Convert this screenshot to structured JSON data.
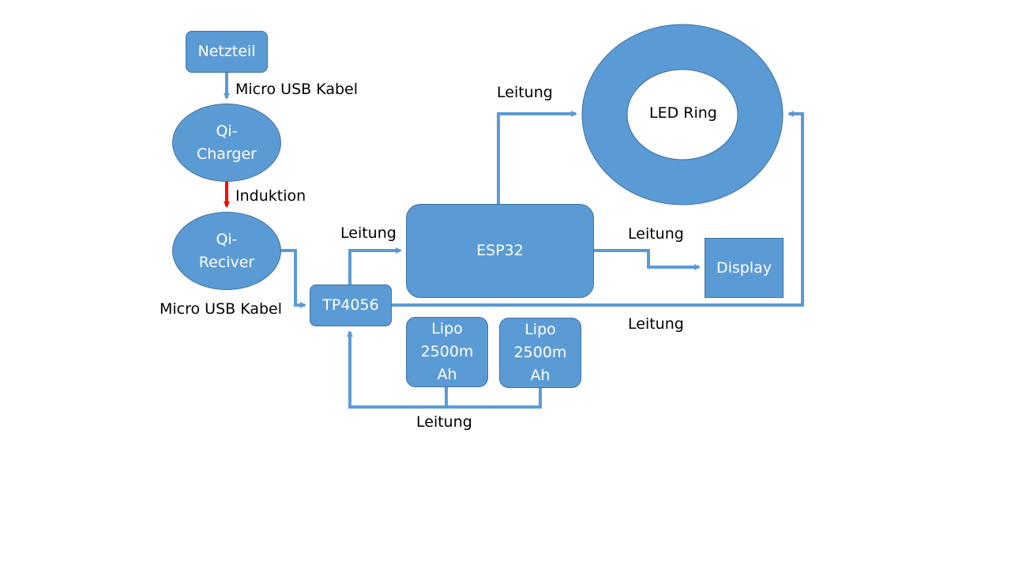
{
  "diagram": {
    "colors": {
      "node_fill": "#5b9bd5",
      "node_border": "#41719c",
      "connector": "#5b9bd5",
      "induction_arrow": "#ff0000",
      "text_on_node": "#ffffff",
      "label_text": "#000000"
    },
    "nodes": {
      "netzteil": "Netzteil",
      "qi_charger": "Qi-\nCharger",
      "qi_receiver": "Qi-\nReciver",
      "tp4056": "TP4056",
      "esp32": "ESP32",
      "display": "Display",
      "led_ring": "LED Ring",
      "lipo_1": "Lipo\n2500m\nAh",
      "lipo_2": "Lipo\n2500m\nAh"
    },
    "labels": {
      "netzteil_to_charger": "Micro USB Kabel",
      "charger_to_receiver": "Induktion",
      "receiver_to_tp4056": "Micro USB Kabel",
      "tp4056_to_esp32": "Leitung",
      "esp32_to_led_ring": "Leitung",
      "esp32_to_display": "Leitung",
      "tp4056_to_led_ring": "Leitung",
      "lipo_to_tp4056": "Leitung"
    }
  }
}
